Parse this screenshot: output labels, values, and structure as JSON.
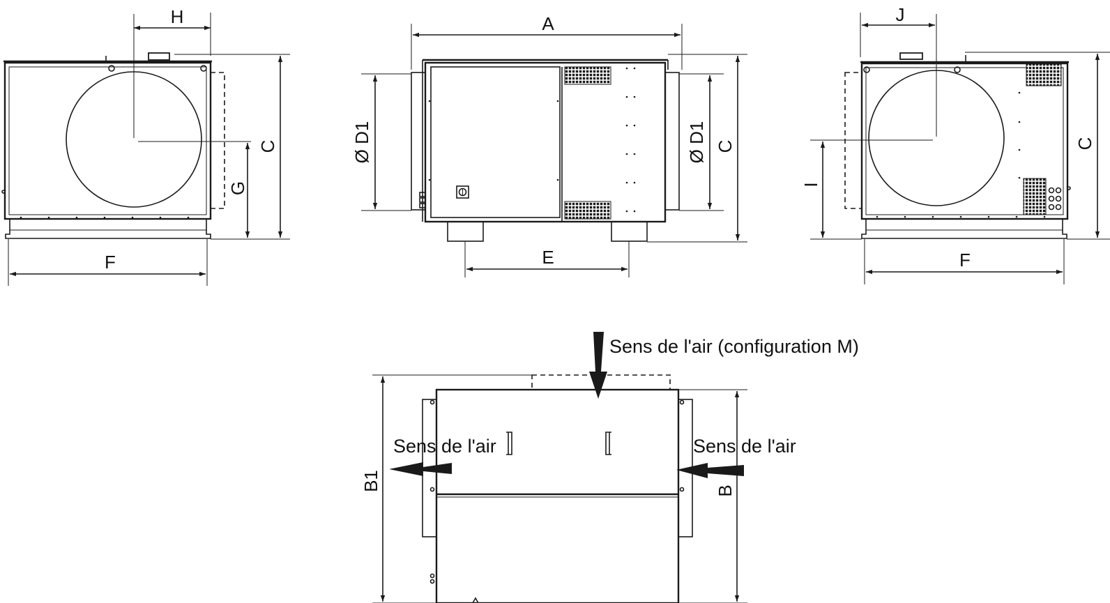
{
  "dimension_labels": {
    "A": "A",
    "B": "B",
    "B1": "B1",
    "C": "C",
    "D1": "Ø D1",
    "E": "E",
    "F": "F",
    "G": "G",
    "H": "H",
    "I": "I",
    "J": "J"
  },
  "annotations": {
    "airflow_config_m": "Sens de l'air (configuration M)",
    "airflow_left": "Sens de l'air",
    "airflow_right": "Sens de l'air"
  },
  "colors": {
    "line": "#1a1a1a",
    "background": "#ffffff"
  }
}
